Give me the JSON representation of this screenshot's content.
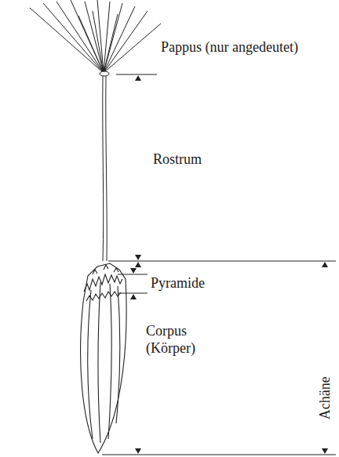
{
  "diagram": {
    "labels": [
      "Pappus (nur angedeutet)",
      "Rostrum",
      "Pyramide",
      "Corpus (Körper)",
      "Achäne"
    ]
  }
}
